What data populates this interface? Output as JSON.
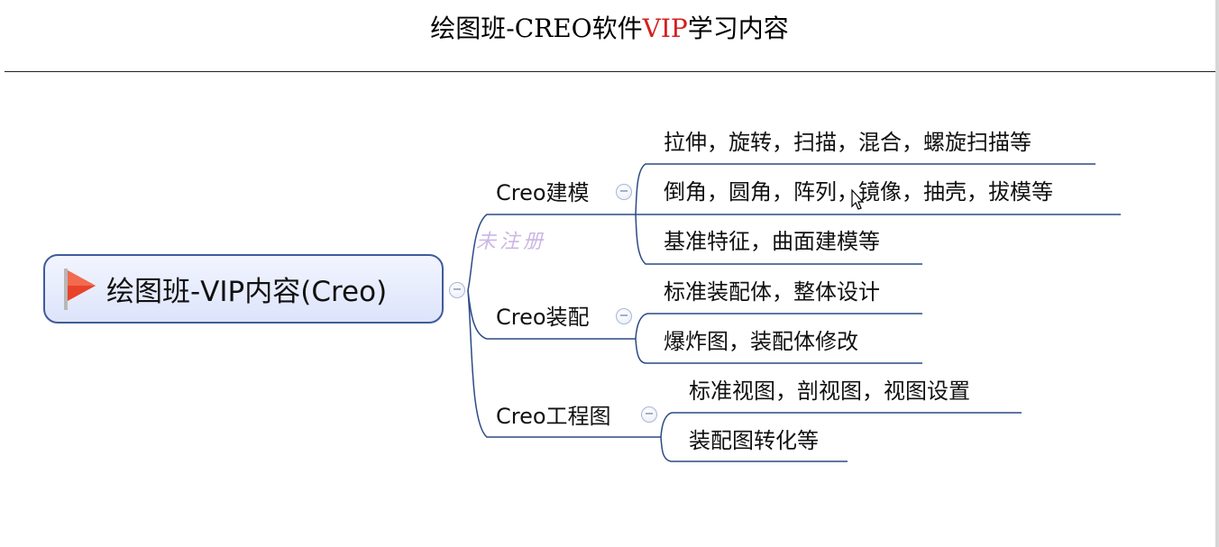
{
  "header": {
    "title_prefix": "绘图班-CREO软件",
    "title_accent": "VIP",
    "title_suffix": "学习内容",
    "accent_color": "#d42020"
  },
  "watermark": "未注册",
  "mindmap": {
    "root": {
      "label": "绘图班-VIP内容(Creo)",
      "icon": "red-flag-icon",
      "collapse_symbol": "−"
    },
    "branches": [
      {
        "label": "Creo建模",
        "collapse_symbol": "−",
        "children": [
          "拉伸，旋转，扫描，混合，螺旋扫描等",
          "倒角，圆角，阵列，镜像，抽壳，拔模等",
          "基准特征，曲面建模等"
        ]
      },
      {
        "label": "Creo装配",
        "collapse_symbol": "−",
        "children": [
          "标准装配体，整体设计",
          "爆炸图，装配体修改"
        ]
      },
      {
        "label": "Creo工程图",
        "collapse_symbol": "−",
        "children": [
          "标准视图，剖视图，视图设置",
          "装配图转化等"
        ]
      }
    ],
    "colors": {
      "line": "#2b4a86",
      "root_border": "#3f5c9a",
      "root_fill": "#dde4fb"
    }
  }
}
